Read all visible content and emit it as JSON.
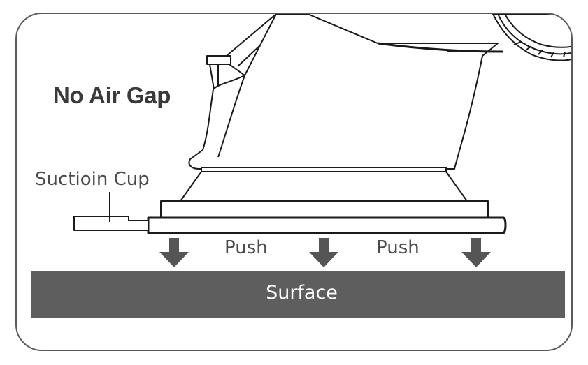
{
  "diagram": {
    "title": "No Air Gap",
    "labels": {
      "suction_cup": "Suctioin Cup",
      "push_left": "Push",
      "push_right": "Push",
      "surface": "Surface"
    },
    "colors": {
      "frame_border": "#5a5a5a",
      "surface_fill": "#5e5e5e",
      "arrow_fill": "#555555",
      "line_art": "#1a1a1a",
      "text": "#3a3a3a"
    },
    "icons": [
      "down-arrow-icon",
      "down-arrow-icon",
      "down-arrow-icon"
    ]
  }
}
